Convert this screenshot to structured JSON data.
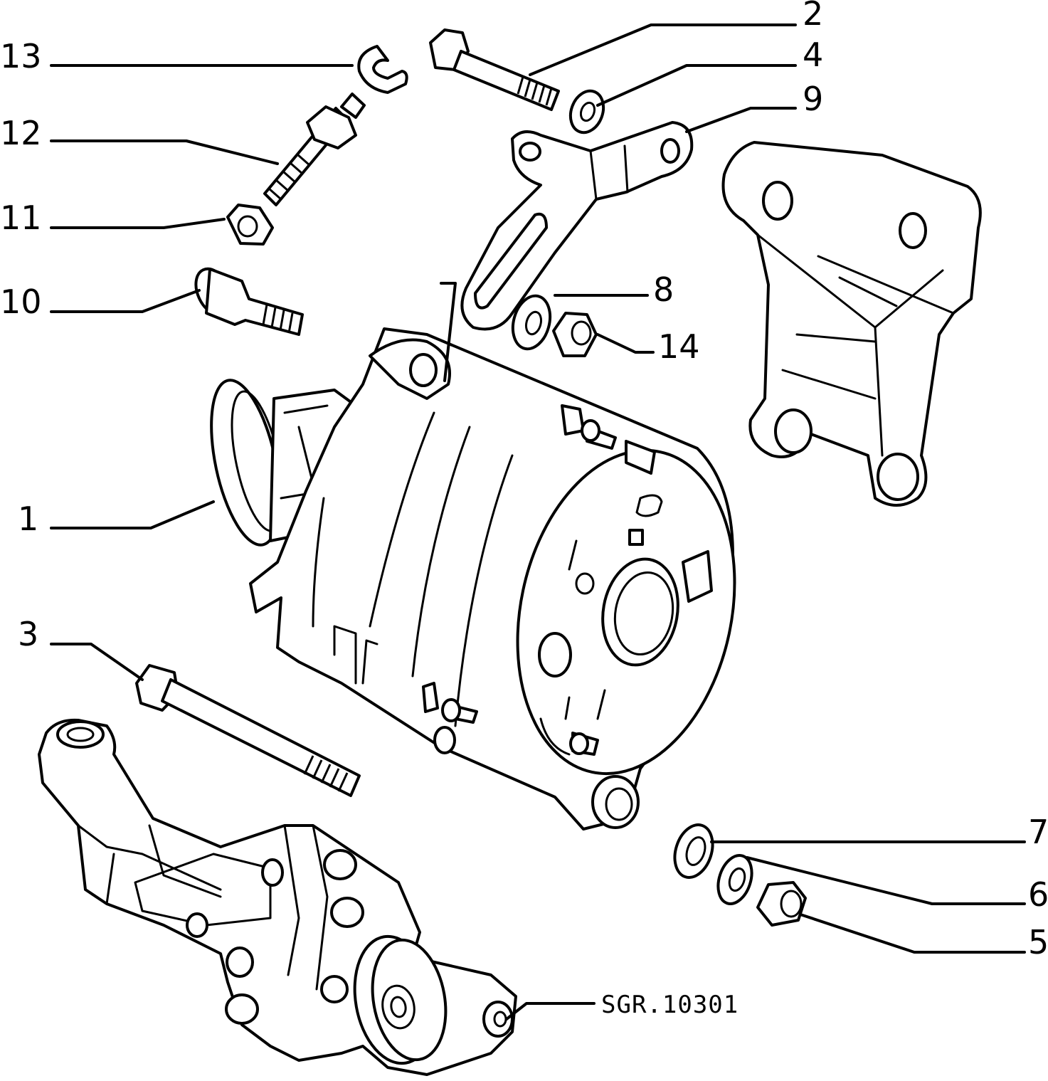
{
  "callouts": {
    "c1": "1",
    "c2": "2",
    "c3": "3",
    "c4": "4",
    "c5": "5",
    "c6": "6",
    "c7": "7",
    "c8": "8",
    "c9": "9",
    "c10": "10",
    "c11": "11",
    "c12": "12",
    "c13": "13",
    "c14": "14"
  },
  "reference_code": "SGR.10301"
}
